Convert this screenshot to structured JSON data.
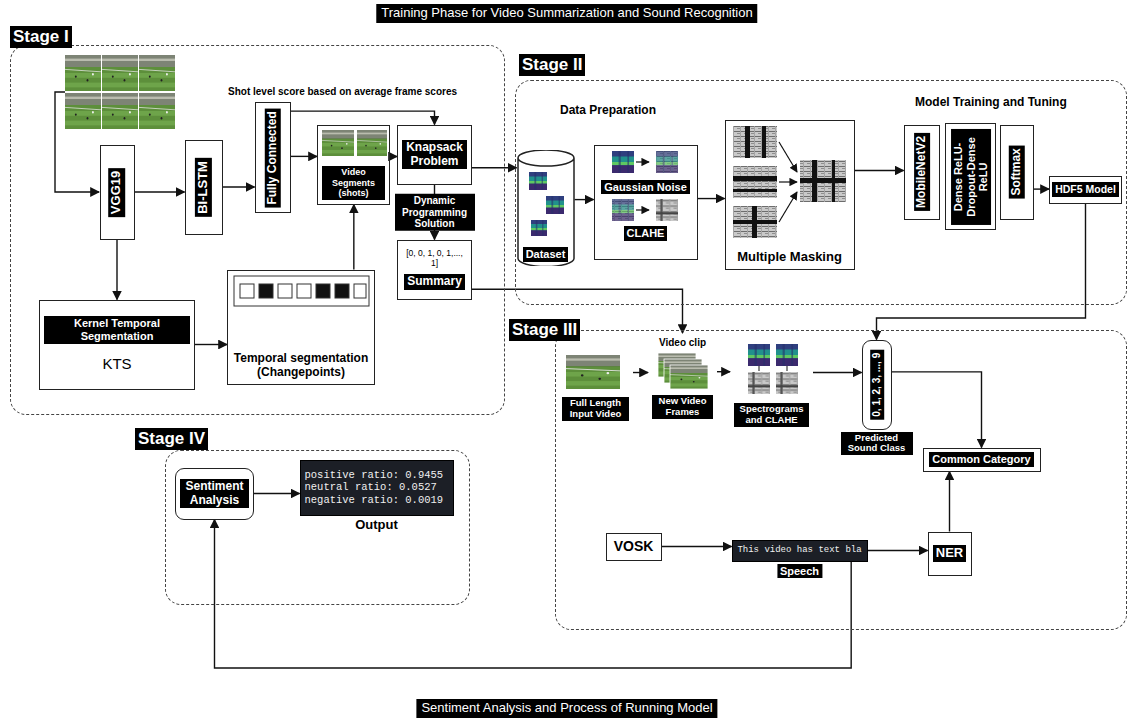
{
  "diagram": {
    "title": "Training Phase for Video Summarization and Sound Recognition",
    "caption": "Sentiment Analysis and Process of Running Model",
    "nodes": [
      {
        "text": [
          "Stage I"
        ]
      },
      {
        "text": [
          "VGG19"
        ],
        "in": 0
      },
      {
        "text": [
          "BI-LSTM"
        ],
        "in": 0
      },
      {
        "text": [
          "Fully Connected"
        ],
        "in": 0
      },
      {
        "text": [
          "Video Segments (shots)"
        ],
        "in": 0
      },
      {
        "text": [
          "Knapsack Problem"
        ],
        "in": 0
      },
      {
        "text": [
          "[0, 0, 1, 0, 1,..., 1]",
          "Summary"
        ],
        "in": 0
      },
      {
        "text": [
          "Kernel Temporal Segmentation",
          "KTS"
        ],
        "in": 0
      },
      {
        "text": [
          "Temporal segmentation (Changepoints)"
        ],
        "in": 0
      },
      {
        "text": [
          "Stage II"
        ]
      },
      {
        "text": [
          "Dataset"
        ],
        "in": 9
      },
      {
        "text": [
          "Gaussian Noise",
          "CLAHE"
        ],
        "in": 9
      },
      {
        "text": [
          "Multiple Masking"
        ],
        "in": 9
      },
      {
        "text": [
          "MobileNetV2"
        ],
        "in": 9
      },
      {
        "text": [
          "Dense ReLU-Dropout-Dense ReLU"
        ],
        "in": 9
      },
      {
        "text": [
          "Softmax"
        ],
        "in": 9
      },
      {
        "text": [
          "HDF5 Model"
        ],
        "in": 9
      },
      {
        "text": [
          "Stage III"
        ]
      },
      {
        "text": [
          "Full Length Input Video"
        ],
        "in": 17
      },
      {
        "text": [
          "Video clip",
          "New Video Frames"
        ],
        "in": 17
      },
      {
        "text": [
          "Spectrograms and CLAHE"
        ],
        "in": 17
      },
      {
        "text": [
          "0, 1, 2, 3, ..., 9",
          "Predicted Sound Class"
        ],
        "in": 17
      },
      {
        "text": [
          "Common Category"
        ],
        "in": 17
      },
      {
        "text": [
          "VOSK"
        ],
        "in": 17
      },
      {
        "text": [
          "This video has text bla",
          "Speech"
        ],
        "in": 17
      },
      {
        "text": [
          "NER"
        ],
        "in": 17
      },
      {
        "text": [
          "Stage IV"
        ]
      },
      {
        "text": [
          "Sentiment Analysis"
        ],
        "in": 26
      },
      {
        "text": [
          "positive ratio: 0.9455",
          "neutral ratio: 0.0527",
          "negative ratio: 0.0019",
          "Output"
        ],
        "in": 26
      }
    ],
    "edges": [
      {
        "from": 1,
        "to": 2,
        "arrow": "to"
      },
      {
        "from": 2,
        "to": 3,
        "arrow": "to"
      },
      {
        "from": 3,
        "to": 4,
        "arrow": "to"
      },
      {
        "from": 1,
        "to": 7,
        "arrow": "to"
      },
      {
        "from": 7,
        "to": 8,
        "arrow": "to"
      },
      {
        "from": 8,
        "to": 4,
        "arrow": "to"
      },
      {
        "from": 4,
        "to": 5,
        "arrow": "to"
      },
      {
        "from": 3,
        "to": 5,
        "arrow": "to"
      },
      {
        "from": 5,
        "to": 6,
        "label": "Dynamic Programming Solution",
        "arrow": "to"
      },
      {
        "from": 5,
        "to": 10,
        "arrow": "to"
      },
      {
        "from": 6,
        "to": 19,
        "arrow": "to"
      },
      {
        "from": 10,
        "to": 11,
        "arrow": "to"
      },
      {
        "from": 11,
        "to": 12,
        "arrow": "to"
      },
      {
        "from": 12,
        "to": 13,
        "arrow": "to"
      },
      {
        "from": 15,
        "to": 16,
        "arrow": "to"
      },
      {
        "from": 16,
        "to": 21,
        "arrow": "to"
      },
      {
        "from": 18,
        "to": 19,
        "arrow": "to"
      },
      {
        "from": 19,
        "to": 20,
        "arrow": "to"
      },
      {
        "from": 20,
        "to": 21,
        "arrow": "to"
      },
      {
        "from": 21,
        "to": 22,
        "arrow": "to"
      },
      {
        "from": 23,
        "to": 24,
        "arrow": "to"
      },
      {
        "from": 24,
        "to": 25,
        "arrow": "to"
      },
      {
        "from": 25,
        "to": 22,
        "arrow": "to"
      },
      {
        "from": 24,
        "to": 27,
        "arrow": "to"
      },
      {
        "from": 27,
        "to": 28,
        "arrow": "to"
      }
    ],
    "labels": [
      "Shot level score based on average frame scores",
      "Data Preparation",
      "Model Training and Tuning"
    ]
  }
}
